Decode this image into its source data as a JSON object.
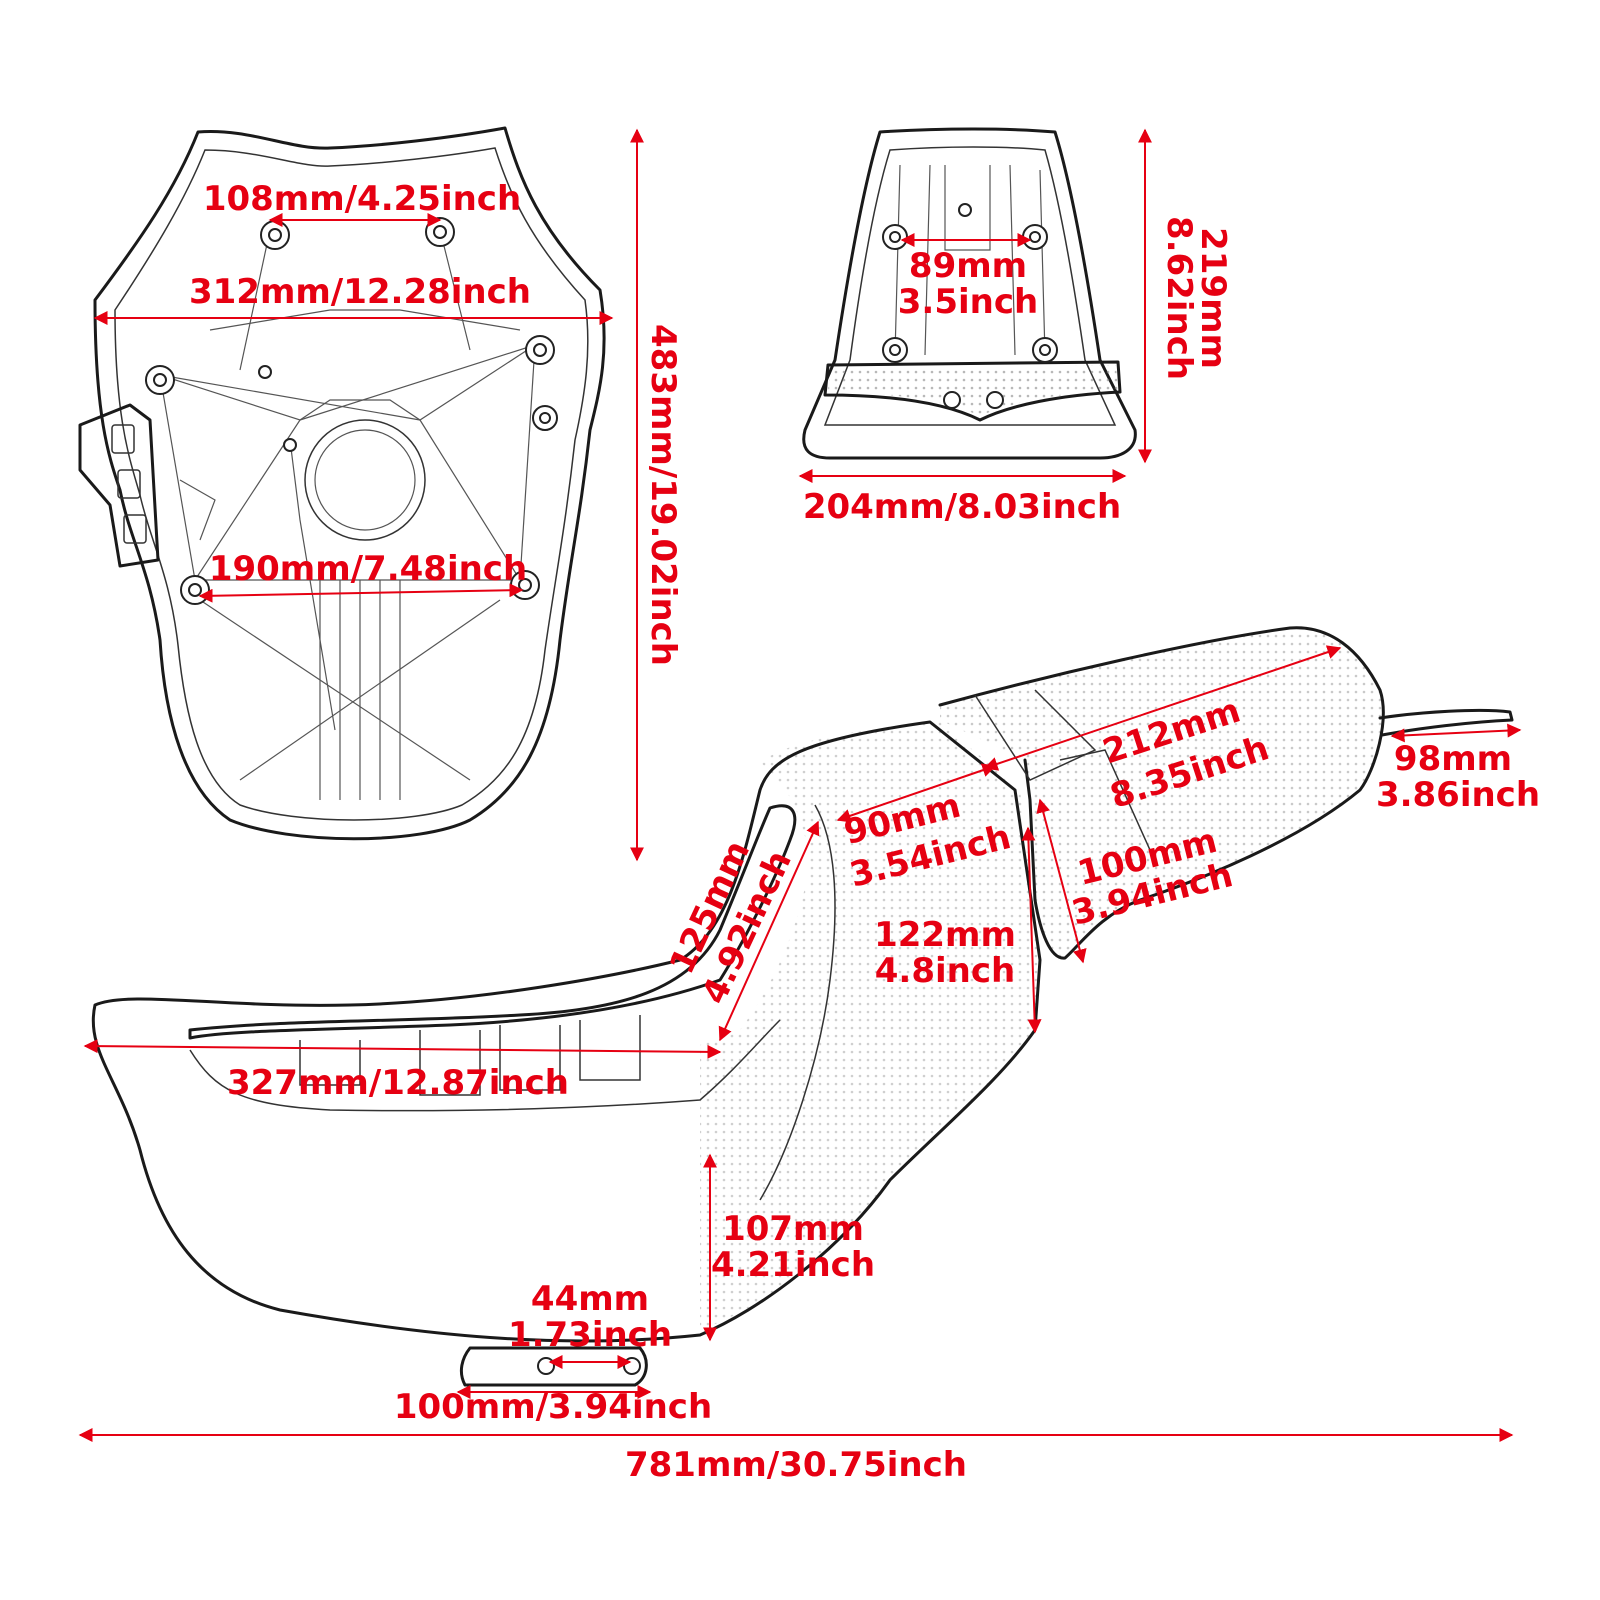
{
  "colors": {
    "dimension": "#e60012",
    "outline": "#1a1a1a",
    "background": "#ffffff"
  },
  "dimensions": {
    "front_bolt_spacing": "108mm/4.25inch",
    "front_width": "312mm/12.28inch",
    "front_rear_bolt_spacing": "190mm/7.48inch",
    "front_length": "483mm/19.02inch",
    "rear_bolt_spacing_mm": "89mm",
    "rear_bolt_spacing_in": "3.5inch",
    "rear_length_mm": "219mm",
    "rear_length_in": "8.62inch",
    "rear_width": "204mm/8.03inch",
    "backrest_top_mm": "212mm",
    "backrest_top_in": "8.35inch",
    "tail_mm": "98mm",
    "tail_in": "3.86inch",
    "seat_rear_mm": "90mm",
    "seat_rear_in": "3.54inch",
    "step_height_mm": "100mm",
    "step_height_in": "3.94inch",
    "back_height_mm": "125mm",
    "back_height_in": "4.92inch",
    "side_height_mm": "122mm",
    "side_height_in": "4.8inch",
    "front_seat_length": "327mm/12.87inch",
    "front_height_mm": "107mm",
    "front_height_in": "4.21inch",
    "tab_hole_mm": "44mm",
    "tab_hole_in": "1.73inch",
    "tab_width": "100mm/3.94inch",
    "total_length": "781mm/30.75inch"
  }
}
